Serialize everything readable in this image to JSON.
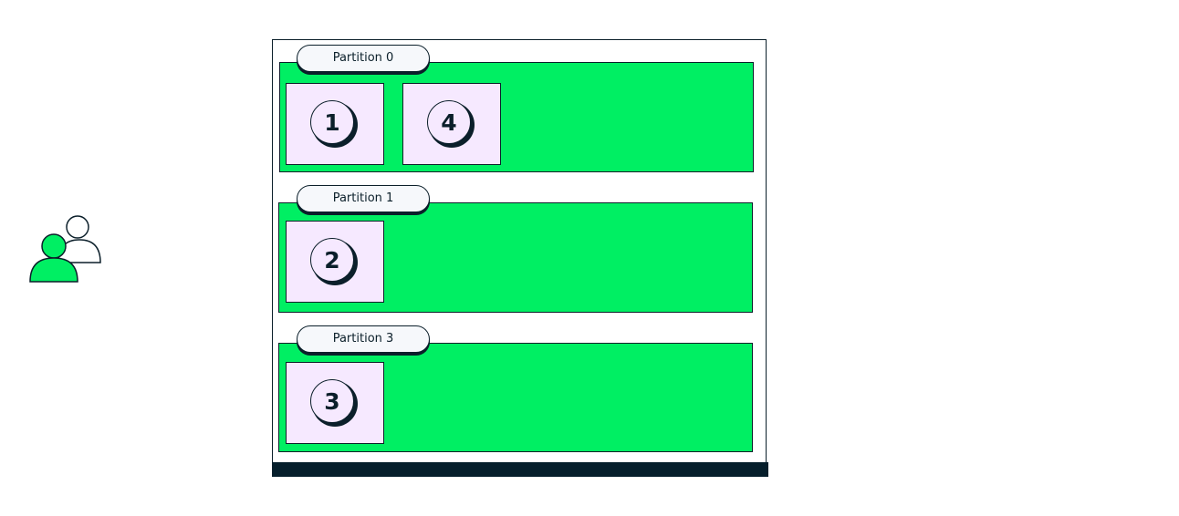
{
  "colors": {
    "partition_fill": "#00ef63",
    "record_fill": "#f6e9ff",
    "outline": "#0b1f2a",
    "label_fill": "#f6f8fb",
    "footer_bar": "#061f2c",
    "consumer_front": "#00ef63"
  },
  "consumer_group": {
    "icon": "users-icon"
  },
  "partitions": [
    {
      "label": "Partition 0",
      "records": [
        "1",
        "4"
      ]
    },
    {
      "label": "Partition 1",
      "records": [
        "2"
      ]
    },
    {
      "label": "Partition 3",
      "records": [
        "3"
      ]
    }
  ]
}
